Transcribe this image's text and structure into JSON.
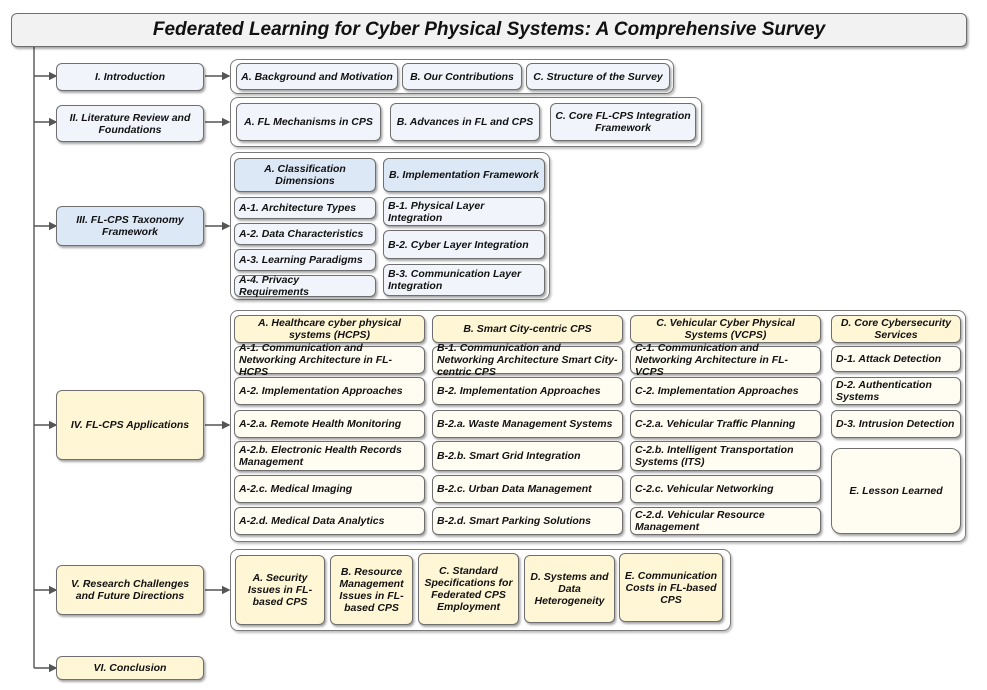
{
  "title": "Federated Learning for Cyber Physical Systems: A Comprehensive Survey",
  "sections": {
    "s1": {
      "label": "I. Introduction",
      "items": [
        "A. Background and Motivation",
        "B. Our Contributions",
        "C. Structure of the Survey"
      ]
    },
    "s2": {
      "label": "II. Literature Review and Foundations",
      "items": [
        "A. FL Mechanisms in CPS",
        "B. Advances in FL and CPS",
        "C. Core FL-CPS Integration Framework"
      ]
    },
    "s3": {
      "label": "III. FL-CPS Taxonomy Framework",
      "col_a": {
        "header": "A. Classification Dimensions",
        "items": [
          "A-1. Architecture Types",
          "A-2. Data Characteristics",
          "A-3. Learning Paradigms",
          "A-4. Privacy Requirements"
        ]
      },
      "col_b": {
        "header": "B. Implementation Framework",
        "items": [
          "B-1. Physical Layer Integration",
          "B-2. Cyber Layer Integration",
          "B-3. Communication Layer Integration"
        ]
      }
    },
    "s4": {
      "label": "IV. FL-CPS Applications",
      "col_a": {
        "header": "A. Healthcare cyber physical systems (HCPS)",
        "items": [
          "A-1. Communication and Networking Architecture in FL-HCPS",
          "A-2. Implementation Approaches",
          "A-2.a. Remote Health Monitoring",
          "A-2.b. Electronic Health Records Management",
          "A-2.c. Medical Imaging",
          "A-2.d. Medical Data Analytics"
        ]
      },
      "col_b": {
        "header": "B. Smart City-centric CPS",
        "items": [
          "B-1. Communication and Networking Architecture Smart City-centric CPS",
          "B-2. Implementation Approaches",
          "B-2.a. Waste Management Systems",
          "B-2.b. Smart Grid Integration",
          "B-2.c. Urban Data Management",
          "B-2.d. Smart Parking Solutions"
        ]
      },
      "col_c": {
        "header": "C. Vehicular Cyber Physical Systems (VCPS)",
        "items": [
          "C-1. Communication and Networking Architecture in FL-VCPS",
          "C-2. Implementation Approaches",
          "C-2.a. Vehicular Traffic Planning",
          "C-2.b. Intelligent Transportation Systems (ITS)",
          "C-2.c. Vehicular Networking",
          "C-2.d. Vehicular Resource Management"
        ]
      },
      "col_d": {
        "header": "D. Core Cybersecurity Services",
        "items": [
          "D-1. Attack Detection",
          "D-2. Authentication Systems",
          "D-3. Intrusion Detection"
        ]
      },
      "lesson": "E. Lesson Learned"
    },
    "s5": {
      "label": "V. Research Challenges and Future Directions",
      "items": [
        "A. Security Issues in FL-based CPS",
        "B. Resource Management Issues in FL-based CPS",
        "C. Standard Specifications for Federated CPS Employment",
        "D. Systems and Data Heterogeneity",
        "E. Communication Costs in FL-based CPS"
      ]
    },
    "s6": {
      "label": "VI. Conclusion"
    }
  },
  "colors": {
    "blue_light": "#f1f5fb",
    "blue": "#dde8f7",
    "yellow_light": "#fffdf1",
    "yellow": "#fff6d6",
    "border": "#6f6f6f"
  }
}
